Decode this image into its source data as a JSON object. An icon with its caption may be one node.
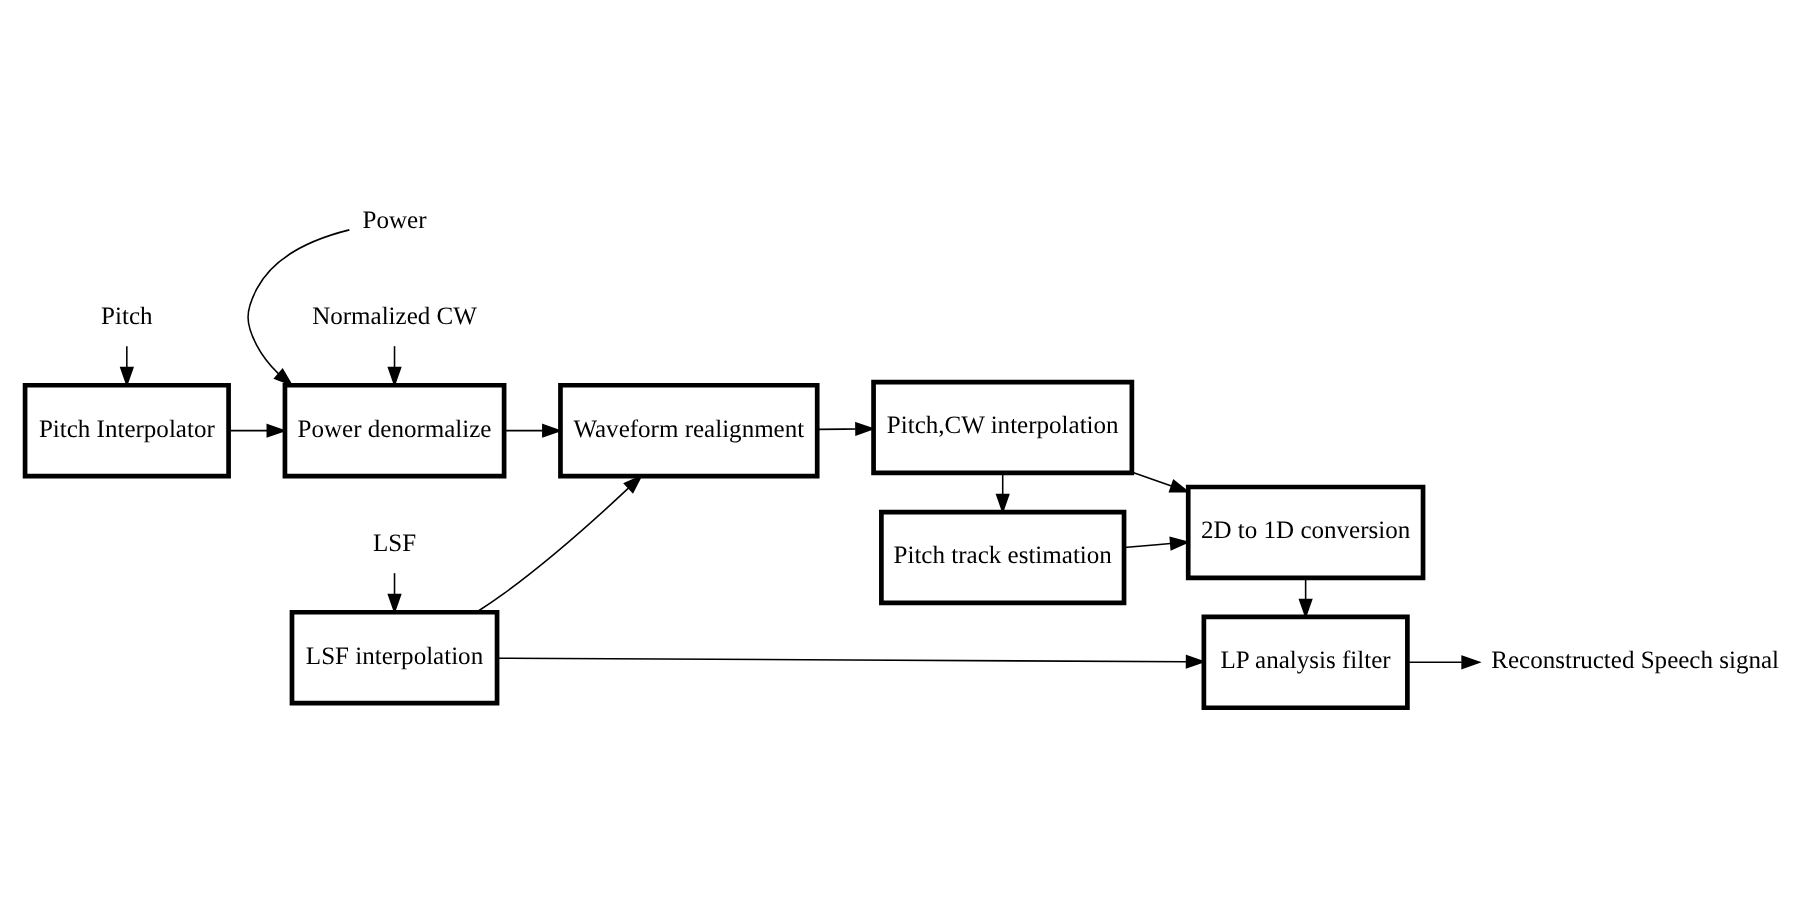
{
  "diagram": {
    "nodes": [
      {
        "text": [
          "Pitch Interpolator"
        ]
      },
      {
        "text": [
          "Power denormalize"
        ]
      },
      {
        "text": [
          "Waveform realignment"
        ]
      },
      {
        "text": [
          "Pitch track estimation"
        ]
      },
      {
        "text": [
          "Pitch,CW interpolation"
        ]
      },
      {
        "text": [
          "2D to 1D conversion"
        ]
      },
      {
        "text": [
          "LSF interpolation"
        ]
      },
      {
        "text": [
          "LP analysis filter"
        ]
      },
      {
        "text": [
          "Pitch"
        ]
      },
      {
        "text": [
          "Normalized CW"
        ]
      },
      {
        "text": [
          "Power"
        ]
      },
      {
        "text": [
          "LSF"
        ]
      },
      {
        "text": [
          "Reconstructed Speech signal"
        ]
      }
    ],
    "edges": [
      {
        "from": 8,
        "to": 0,
        "arrow": "to"
      },
      {
        "from": 0,
        "to": 1,
        "arrow": "to"
      },
      {
        "from": 9,
        "to": 1,
        "arrow": "to"
      },
      {
        "from": 10,
        "to": 1,
        "arrow": "to"
      },
      {
        "from": 1,
        "to": 2,
        "arrow": "to"
      },
      {
        "from": 2,
        "to": 4,
        "arrow": "to"
      },
      {
        "from": 4,
        "to": 3,
        "arrow": "to"
      },
      {
        "from": 4,
        "to": 5,
        "arrow": "to"
      },
      {
        "from": 3,
        "to": 5,
        "arrow": "to"
      },
      {
        "from": 5,
        "to": 7,
        "arrow": "to"
      },
      {
        "from": 11,
        "to": 6,
        "arrow": "to"
      },
      {
        "from": 6,
        "to": 2,
        "arrow": "to"
      },
      {
        "from": 6,
        "to": 7,
        "arrow": "to"
      },
      {
        "from": 7,
        "to": 12,
        "arrow": "to"
      }
    ]
  }
}
